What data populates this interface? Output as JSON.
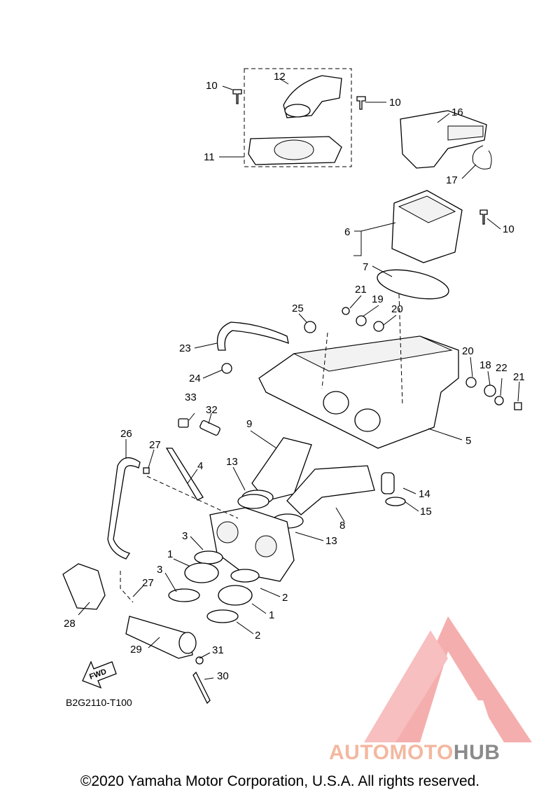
{
  "diagram": {
    "callouts": [
      "1",
      "2",
      "3",
      "4",
      "5",
      "6",
      "7",
      "8",
      "9",
      "10",
      "11",
      "12",
      "13",
      "14",
      "15",
      "16",
      "17",
      "18",
      "19",
      "20",
      "21",
      "22",
      "23",
      "24",
      "25",
      "26",
      "27",
      "28",
      "29",
      "30",
      "31",
      "32",
      "33"
    ],
    "fwd_label": "FWD",
    "diagram_code": "B2G2110-T100"
  },
  "watermark": {
    "part1": "AUTOMOTO",
    "part2": "HUB",
    "colors": {
      "accent": "#f3b8a0",
      "logo": "#f08a8a",
      "gray": "#8a8a8a"
    }
  },
  "footer": {
    "copyright": "©2020 Yamaha Motor Corporation, U.S.A. All rights reserved."
  }
}
